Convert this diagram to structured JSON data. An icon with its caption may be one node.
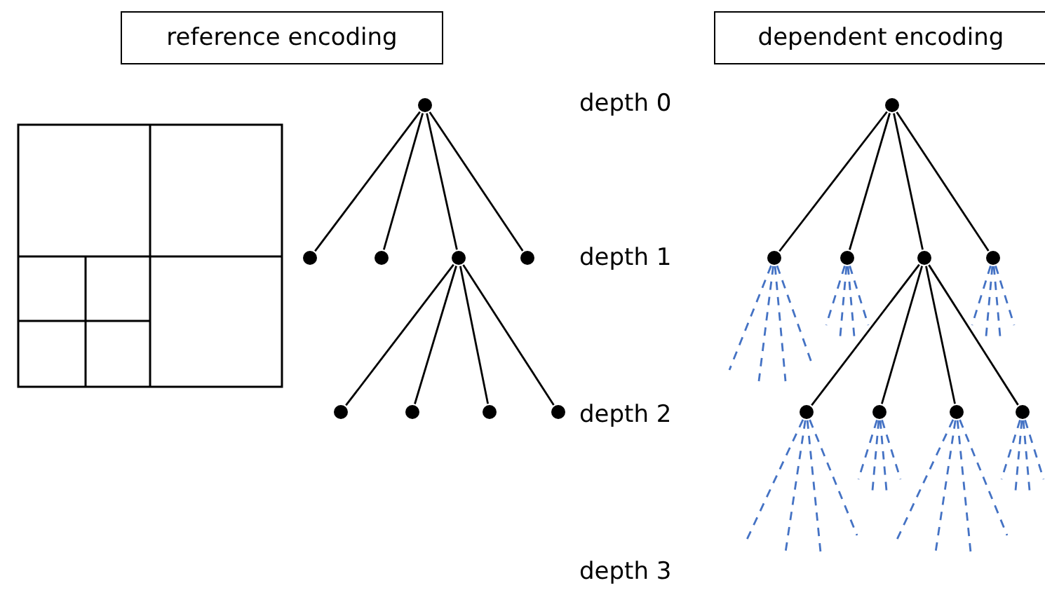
{
  "diagram": {
    "nodes": [
      {
        "text": [
          "reference encoding"
        ]
      },
      {
        "text": [
          "dependent encoding"
        ]
      },
      {
        "text": [],
        "shape": "circle"
      },
      {
        "text": [],
        "shape": "circle"
      },
      {
        "text": [],
        "shape": "circle"
      },
      {
        "text": [],
        "shape": "circle"
      },
      {
        "text": [],
        "shape": "circle"
      },
      {
        "text": [],
        "shape": "circle"
      },
      {
        "text": [],
        "shape": "circle"
      },
      {
        "text": [],
        "shape": "circle"
      },
      {
        "text": [],
        "shape": "circle"
      },
      {
        "text": [],
        "shape": "circle"
      },
      {
        "text": [],
        "shape": "circle"
      },
      {
        "text": [],
        "shape": "circle"
      },
      {
        "text": [],
        "shape": "circle"
      },
      {
        "text": [],
        "shape": "circle"
      },
      {
        "text": [],
        "shape": "circle"
      },
      {
        "text": [],
        "shape": "circle"
      },
      {
        "text": [],
        "shape": "circle"
      },
      {
        "text": [],
        "shape": "circle"
      }
    ],
    "edges": [
      {
        "from": 2,
        "to": 3,
        "arrow": "none",
        "color": "#000000"
      },
      {
        "from": 2,
        "to": 4,
        "arrow": "none",
        "color": "#000000"
      },
      {
        "from": 2,
        "to": 5,
        "arrow": "none",
        "color": "#000000"
      },
      {
        "from": 2,
        "to": 6,
        "arrow": "none",
        "color": "#000000"
      },
      {
        "from": 5,
        "to": 7,
        "arrow": "none",
        "color": "#000000"
      },
      {
        "from": 5,
        "to": 8,
        "arrow": "none",
        "color": "#000000"
      },
      {
        "from": 5,
        "to": 9,
        "arrow": "none",
        "color": "#000000"
      },
      {
        "from": 5,
        "to": 10,
        "arrow": "none",
        "color": "#000000"
      },
      {
        "from": 11,
        "to": 12,
        "arrow": "none",
        "color": "#000000"
      },
      {
        "from": 11,
        "to": 13,
        "arrow": "none",
        "color": "#000000"
      },
      {
        "from": 11,
        "to": 14,
        "arrow": "none",
        "color": "#000000"
      },
      {
        "from": 11,
        "to": 15,
        "arrow": "none",
        "color": "#000000"
      },
      {
        "from": 14,
        "to": 16,
        "arrow": "none",
        "color": "#000000"
      },
      {
        "from": 14,
        "to": 17,
        "arrow": "none",
        "color": "#000000"
      },
      {
        "from": 14,
        "to": 18,
        "arrow": "none",
        "color": "#000000"
      },
      {
        "from": 14,
        "to": 19,
        "arrow": "none",
        "color": "#000000"
      },
      {
        "from": 12,
        "to": null,
        "arrow": "none",
        "style": "dashed"
      },
      {
        "from": 12,
        "to": null,
        "arrow": "none",
        "style": "dashed"
      },
      {
        "from": 12,
        "to": null,
        "arrow": "none",
        "style": "dashed"
      },
      {
        "from": 12,
        "to": null,
        "arrow": "none",
        "style": "dashed"
      },
      {
        "from": 13,
        "to": null,
        "arrow": "none",
        "style": "dashed"
      },
      {
        "from": 13,
        "to": null,
        "arrow": "none",
        "style": "dashed"
      },
      {
        "from": 13,
        "to": null,
        "arrow": "none",
        "style": "dashed"
      },
      {
        "from": 13,
        "to": null,
        "arrow": "none",
        "style": "dashed"
      },
      {
        "from": 15,
        "to": null,
        "arrow": "none",
        "style": "dashed"
      },
      {
        "from": 15,
        "to": null,
        "arrow": "none",
        "style": "dashed"
      },
      {
        "from": 15,
        "to": null,
        "arrow": "none",
        "style": "dashed"
      },
      {
        "from": 15,
        "to": null,
        "arrow": "none",
        "style": "dashed"
      },
      {
        "from": 16,
        "to": null,
        "arrow": "none",
        "style": "dashed"
      },
      {
        "from": 16,
        "to": null,
        "arrow": "none",
        "style": "dashed"
      },
      {
        "from": 16,
        "to": null,
        "arrow": "none",
        "style": "dashed"
      },
      {
        "from": 16,
        "to": null,
        "arrow": "none",
        "style": "dashed"
      },
      {
        "from": 17,
        "to": null,
        "arrow": "none",
        "style": "dashed"
      },
      {
        "from": 17,
        "to": null,
        "arrow": "none",
        "style": "dashed"
      },
      {
        "from": 17,
        "to": null,
        "arrow": "none",
        "style": "dashed"
      },
      {
        "from": 17,
        "to": null,
        "arrow": "none",
        "style": "dashed"
      },
      {
        "from": 18,
        "to": null,
        "arrow": "none",
        "style": "dashed"
      },
      {
        "from": 18,
        "to": null,
        "arrow": "none",
        "style": "dashed"
      },
      {
        "from": 18,
        "to": null,
        "arrow": "none",
        "style": "dashed"
      },
      {
        "from": 18,
        "to": null,
        "arrow": "none",
        "style": "dashed"
      },
      {
        "from": 19,
        "to": null,
        "arrow": "none",
        "style": "dashed"
      },
      {
        "from": 19,
        "to": null,
        "arrow": "none",
        "style": "dashed"
      },
      {
        "from": 19,
        "to": null,
        "arrow": "none",
        "style": "dashed"
      },
      {
        "from": 19,
        "to": null,
        "arrow": "none",
        "style": "dashed"
      }
    ],
    "labels": [
      "depth 0",
      "depth 1",
      "depth 2",
      "depth 3"
    ]
  }
}
